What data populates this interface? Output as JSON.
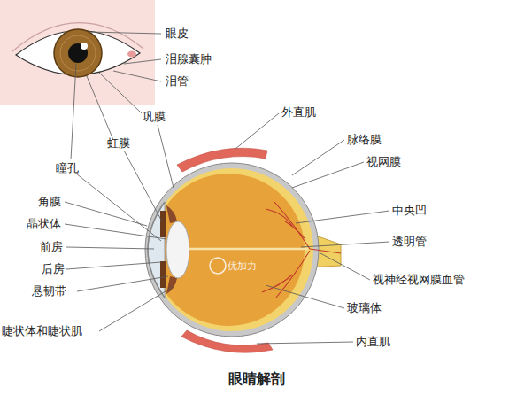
{
  "diagram": {
    "title": "眼睛解剖",
    "labels": [
      "眼皮",
      "泪腺囊肿",
      "泪管",
      "巩膜",
      "虹膜",
      "瞳孔",
      "角膜",
      "晶状体",
      "前房",
      "后房",
      "悬韧带",
      "睫状体和睫状肌",
      "外直肌",
      "脉络膜",
      "视网膜",
      "中央凹",
      "透明管",
      "视神经视网膜血管",
      "玻璃体",
      "内直肌",
      "优加力"
    ]
  }
}
